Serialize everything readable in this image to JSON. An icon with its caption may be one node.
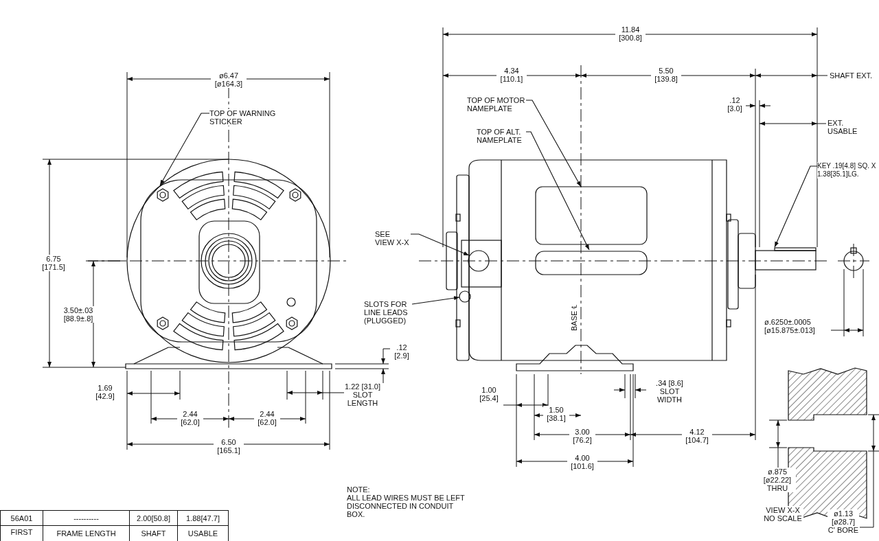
{
  "diagram": {
    "nodes": [
      {
        "text": [
          "TOP OF WARNING STICKER"
        ]
      },
      {
        "text": [
          "TOP OF MOTOR NAMEPLATE"
        ]
      },
      {
        "text": [
          "TOP OF ALT. NAMEPLATE"
        ]
      },
      {
        "text": [
          "SEE VIEW X-X"
        ]
      },
      {
        "text": [
          "SLOTS FOR LINE LEADS (PLUGGED)"
        ]
      },
      {
        "text": [
          "KEY .19[4.8] SQ. X 1.38[35.1]LG."
        ]
      }
    ],
    "edges": [
      {
        "from": 0,
        "to": null,
        "arrow": "to"
      },
      {
        "from": 1,
        "to": null,
        "arrow": "to"
      },
      {
        "from": 2,
        "to": null,
        "arrow": "to"
      },
      {
        "from": 3,
        "to": null,
        "arrow": "to"
      },
      {
        "from": 4,
        "to": null,
        "arrow": "to"
      },
      {
        "from": 5,
        "to": null,
        "arrow": "to"
      }
    ],
    "labels": [
      "ø6.47 [ø164.3]",
      "6.75 [171.5]",
      "3.50±.03 [88.9±.8]",
      ".12 [2.9]",
      "1.69 [42.9]",
      "1.22 [31.0] SLOT LENGTH",
      "2.44 [62.0]",
      "2.44 [62.0]",
      "6.50 [165.1]",
      "11.84 [300.8]",
      "4.34 [110.1]",
      "5.50 [139.8]",
      "SHAFT EXT.",
      ".12 [3.0]",
      "EXT. USABLE",
      "BASE ℄",
      "ø.6250±.0005 [ø15.875±.013]",
      "1.00 [25.4]",
      ".34 [8.6] SLOT WIDTH",
      "1.50 [38.1]",
      "3.00 [76.2]",
      "4.12 [104.7]",
      "4.00 [101.6]",
      "NOTE:",
      "ALL LEAD WIRES MUST BE LEFT DISCONNECTED IN CONDUIT BOX.",
      "ø.875 [ø22.22] THRU",
      "VIEW X-X NO SCALE",
      "ø1.13 [ø28.7] C' BORE",
      "56A01",
      "----------",
      "2.00[50.8]",
      "1.88[47.7]",
      "FIRST",
      "FRAME LENGTH",
      "SHAFT",
      "USABLE"
    ]
  }
}
